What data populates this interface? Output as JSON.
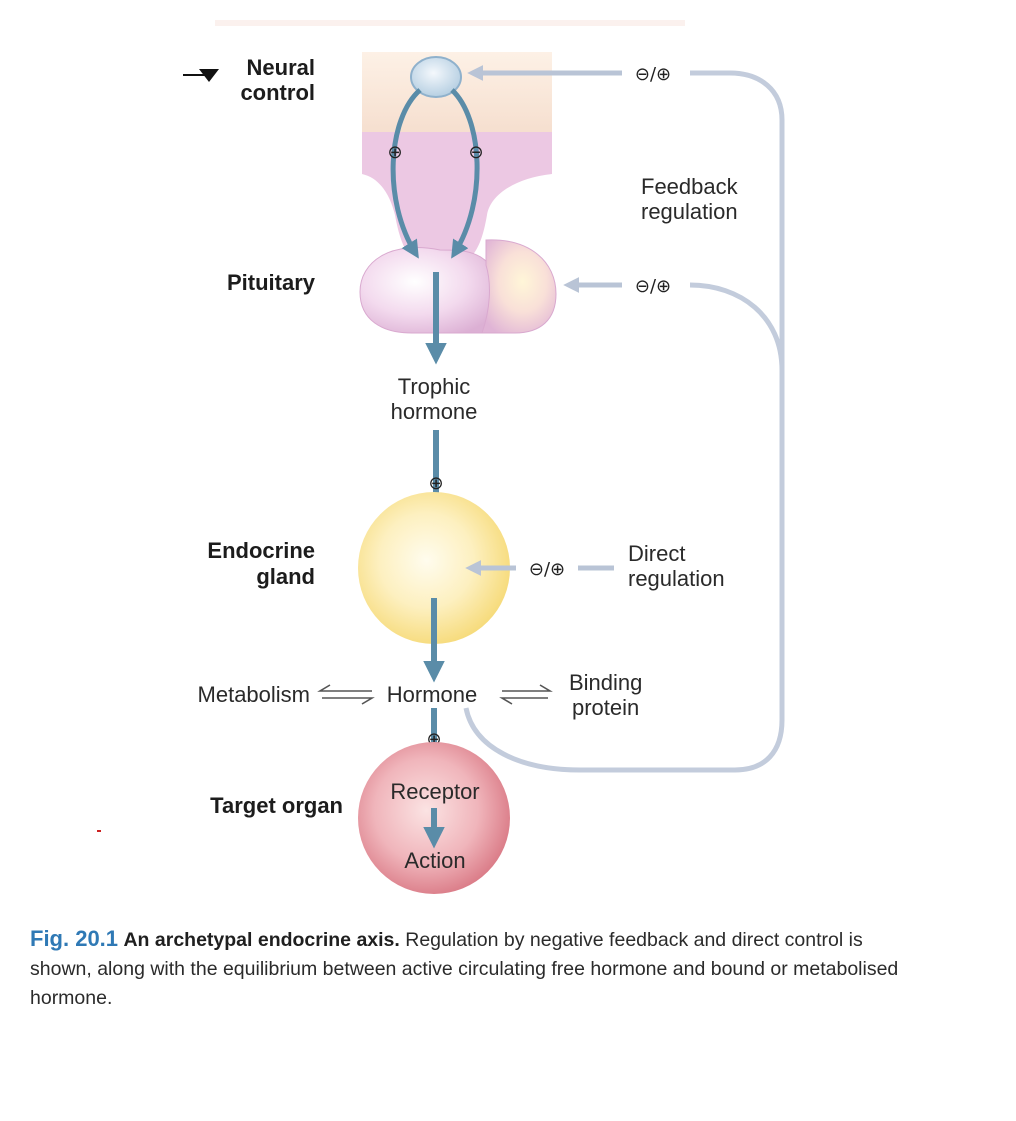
{
  "labels": {
    "neural_control": [
      "Neural",
      "control"
    ],
    "pituitary": "Pituitary",
    "trophic_hormone": [
      "Trophic",
      "hormone"
    ],
    "endocrine_gland": [
      "Endocrine",
      "gland"
    ],
    "metabolism": "Metabolism",
    "hormone": "Hormone",
    "binding_protein": [
      "Binding",
      "protein"
    ],
    "target_organ": "Target organ",
    "receptor": "Receptor",
    "action": "Action",
    "feedback_regulation": [
      "Feedback",
      "regulation"
    ],
    "direct_regulation": [
      "Direct",
      "regulation"
    ]
  },
  "signs": {
    "plus": "⊕",
    "minus": "⊖",
    "minus_plus": "⊖/⊕"
  },
  "caption": {
    "fig_number": "Fig. 20.1",
    "fig_title": "An archetypal endocrine axis.",
    "text": "Regulation by negative feedback and direct control is shown, along with the equilibrium between active circulating free hormone and bound or metabolised hormone."
  },
  "colors": {
    "arrow": "#5a8ca8",
    "feedback_line": "#c3ccdc",
    "hypothalamus_fill": "#f8e4d2",
    "pituitary_fill": "#ebc6e2",
    "gland_fill": "#fbe79c",
    "target_fill": "#e2909c",
    "caption_accent": "#2f79b5"
  }
}
